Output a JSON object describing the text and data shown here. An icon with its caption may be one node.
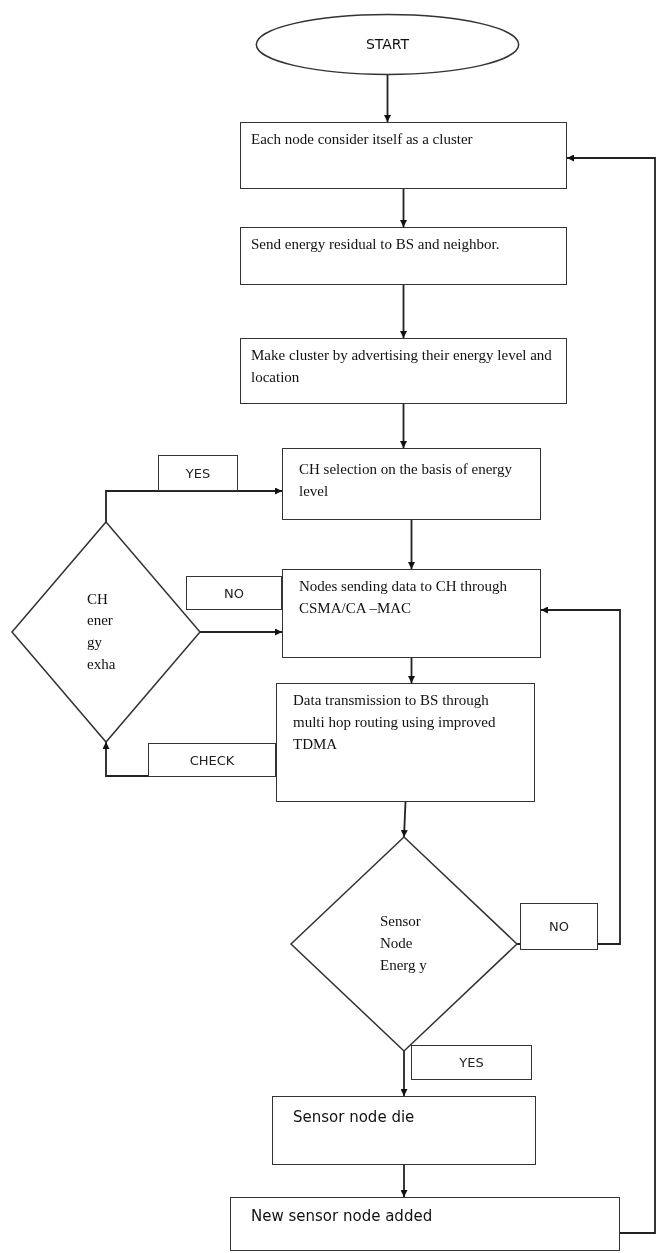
{
  "diagram": {
    "nodes": [
      {
        "text": [
          "START"
        ]
      },
      {
        "text": [
          "Each node consider itself as a cluster"
        ]
      },
      {
        "text": [
          "Send energy residual to BS and neighbor."
        ]
      },
      {
        "text": [
          "Make cluster by advertising their energy level and location"
        ]
      },
      {
        "text": [
          "CH selection on the basis of energy level"
        ]
      },
      {
        "text": [
          "CH ener gy exha"
        ]
      },
      {
        "text": [
          "Nodes sending data to CH through CSMA/CA –MAC"
        ]
      },
      {
        "text": [
          "Data transmission to BS through multi hop routing using improved TDMA"
        ]
      },
      {
        "text": [
          "Sensor Node Energ y"
        ]
      },
      {
        "text": [
          "Sensor node die"
        ]
      },
      {
        "text": [
          "New sensor node added"
        ]
      }
    ],
    "edges": [
      {
        "from": 0,
        "to": 1,
        "arrow": "to"
      },
      {
        "from": 1,
        "to": 2,
        "arrow": "to"
      },
      {
        "from": 2,
        "to": 3,
        "arrow": "to"
      },
      {
        "from": 3,
        "to": 4,
        "arrow": "to"
      },
      {
        "from": 5,
        "to": 4,
        "arrow": "to",
        "label": "YES"
      },
      {
        "from": 4,
        "to": 6,
        "arrow": "to"
      },
      {
        "from": 5,
        "to": 6,
        "arrow": "to",
        "label": "NO"
      },
      {
        "from": 6,
        "to": 7,
        "arrow": "to"
      },
      {
        "from": 7,
        "to": 5,
        "arrow": "to",
        "label": "CHECK"
      },
      {
        "from": 7,
        "to": 8,
        "arrow": "to"
      },
      {
        "from": 8,
        "to": 6,
        "arrow": "to",
        "label": "NO"
      },
      {
        "from": 8,
        "to": 9,
        "arrow": "to",
        "label": "YES"
      },
      {
        "from": 9,
        "to": 10,
        "arrow": "to"
      },
      {
        "from": 10,
        "to": 1,
        "arrow": "to"
      }
    ]
  }
}
